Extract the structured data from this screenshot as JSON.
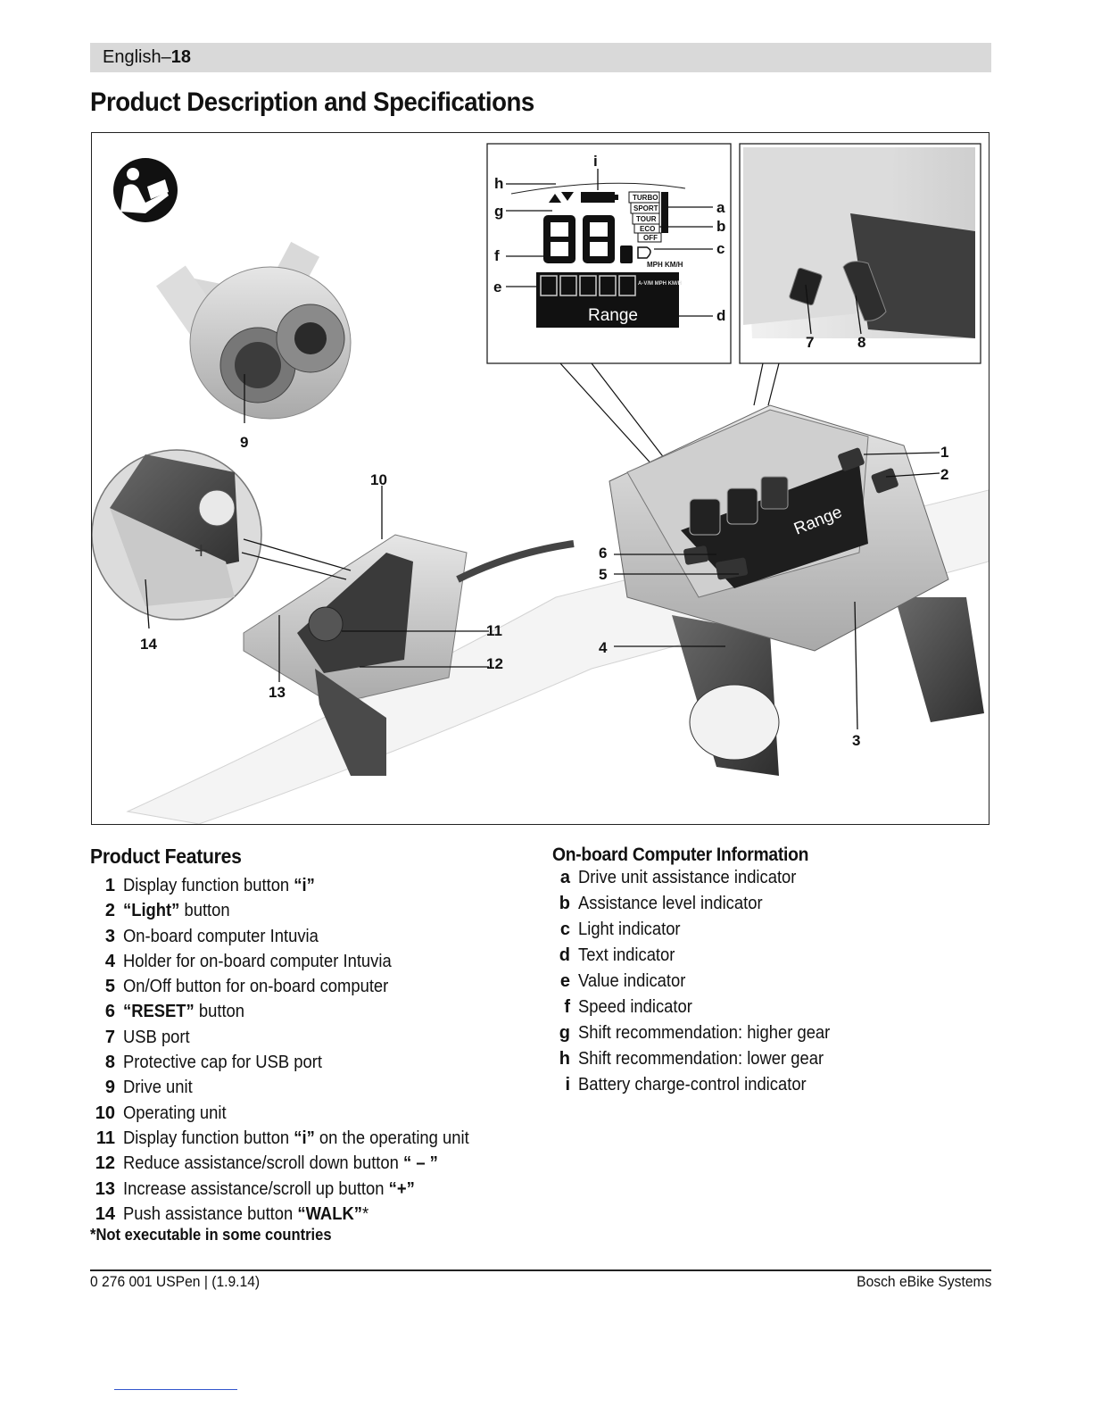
{
  "header": {
    "lang": "English",
    "sep": "–",
    "page": "18"
  },
  "title": "Product Description and Specifications",
  "figure": {
    "callouts": [
      "1",
      "2",
      "3",
      "4",
      "5",
      "6",
      "7",
      "8",
      "9",
      "10",
      "11",
      "12",
      "13",
      "14"
    ],
    "lcd": {
      "letters": [
        "a",
        "b",
        "c",
        "d",
        "e",
        "f",
        "g",
        "h",
        "i"
      ],
      "modes": [
        "TURBO",
        "SPORT",
        "TOUR",
        "ECO",
        "OFF"
      ],
      "range_text": "Range",
      "speed_units": "MPH KM/H",
      "unit_labels": "A-V/M MPH KM/H"
    },
    "device_range_text": "Range"
  },
  "features": {
    "heading": "Product Features",
    "items": [
      {
        "num": "1",
        "text": "Display function button ",
        "bold": "“i”",
        "after": ""
      },
      {
        "num": "2",
        "text": "",
        "bold": "“Light”",
        "after": " button"
      },
      {
        "num": "3",
        "text": "On-board computer Intuvia",
        "bold": "",
        "after": ""
      },
      {
        "num": "4",
        "text": "Holder for on-board computer Intuvia",
        "bold": "",
        "after": ""
      },
      {
        "num": "5",
        "text": "On/Off button for on-board computer",
        "bold": "",
        "after": ""
      },
      {
        "num": "6",
        "text": "",
        "bold": "“RESET”",
        "after": " button"
      },
      {
        "num": "7",
        "text": "USB port",
        "bold": "",
        "after": ""
      },
      {
        "num": "8",
        "text": "Protective cap for USB port",
        "bold": "",
        "after": ""
      },
      {
        "num": "9",
        "text": "Drive unit",
        "bold": "",
        "after": ""
      },
      {
        "num": "10",
        "text": "Operating unit",
        "bold": "",
        "after": ""
      },
      {
        "num": "11",
        "text": "Display function button ",
        "bold": "“i”",
        "after": " on the operating unit"
      },
      {
        "num": "12",
        "text": "Reduce assistance/scroll down button ",
        "bold": "“ – ”",
        "after": ""
      },
      {
        "num": "13",
        "text": "Increase assistance/scroll up button ",
        "bold": "“+”",
        "after": ""
      },
      {
        "num": "14",
        "text": "Push assistance button ",
        "bold": "“WALK”",
        "after": "*"
      }
    ],
    "footnote": "*Not executable in some countries"
  },
  "info": {
    "heading": "On-board Computer Information",
    "items": [
      {
        "letter": "a",
        "text": "Drive unit assistance indicator"
      },
      {
        "letter": "b",
        "text": "Assistance level indicator"
      },
      {
        "letter": "c",
        "text": "Light indicator"
      },
      {
        "letter": "d",
        "text": "Text indicator"
      },
      {
        "letter": "e",
        "text": "Value indicator"
      },
      {
        "letter": "f",
        "text": "Speed indicator"
      },
      {
        "letter": "g",
        "text": "Shift recommendation: higher gear"
      },
      {
        "letter": "h",
        "text": "Shift recommendation: lower gear"
      },
      {
        "letter": "i",
        "text": "Battery charge-control indicator"
      }
    ]
  },
  "footer": {
    "left": "0 276 001 USPen | (1.9.14)",
    "right": "Bosch eBike Systems"
  }
}
